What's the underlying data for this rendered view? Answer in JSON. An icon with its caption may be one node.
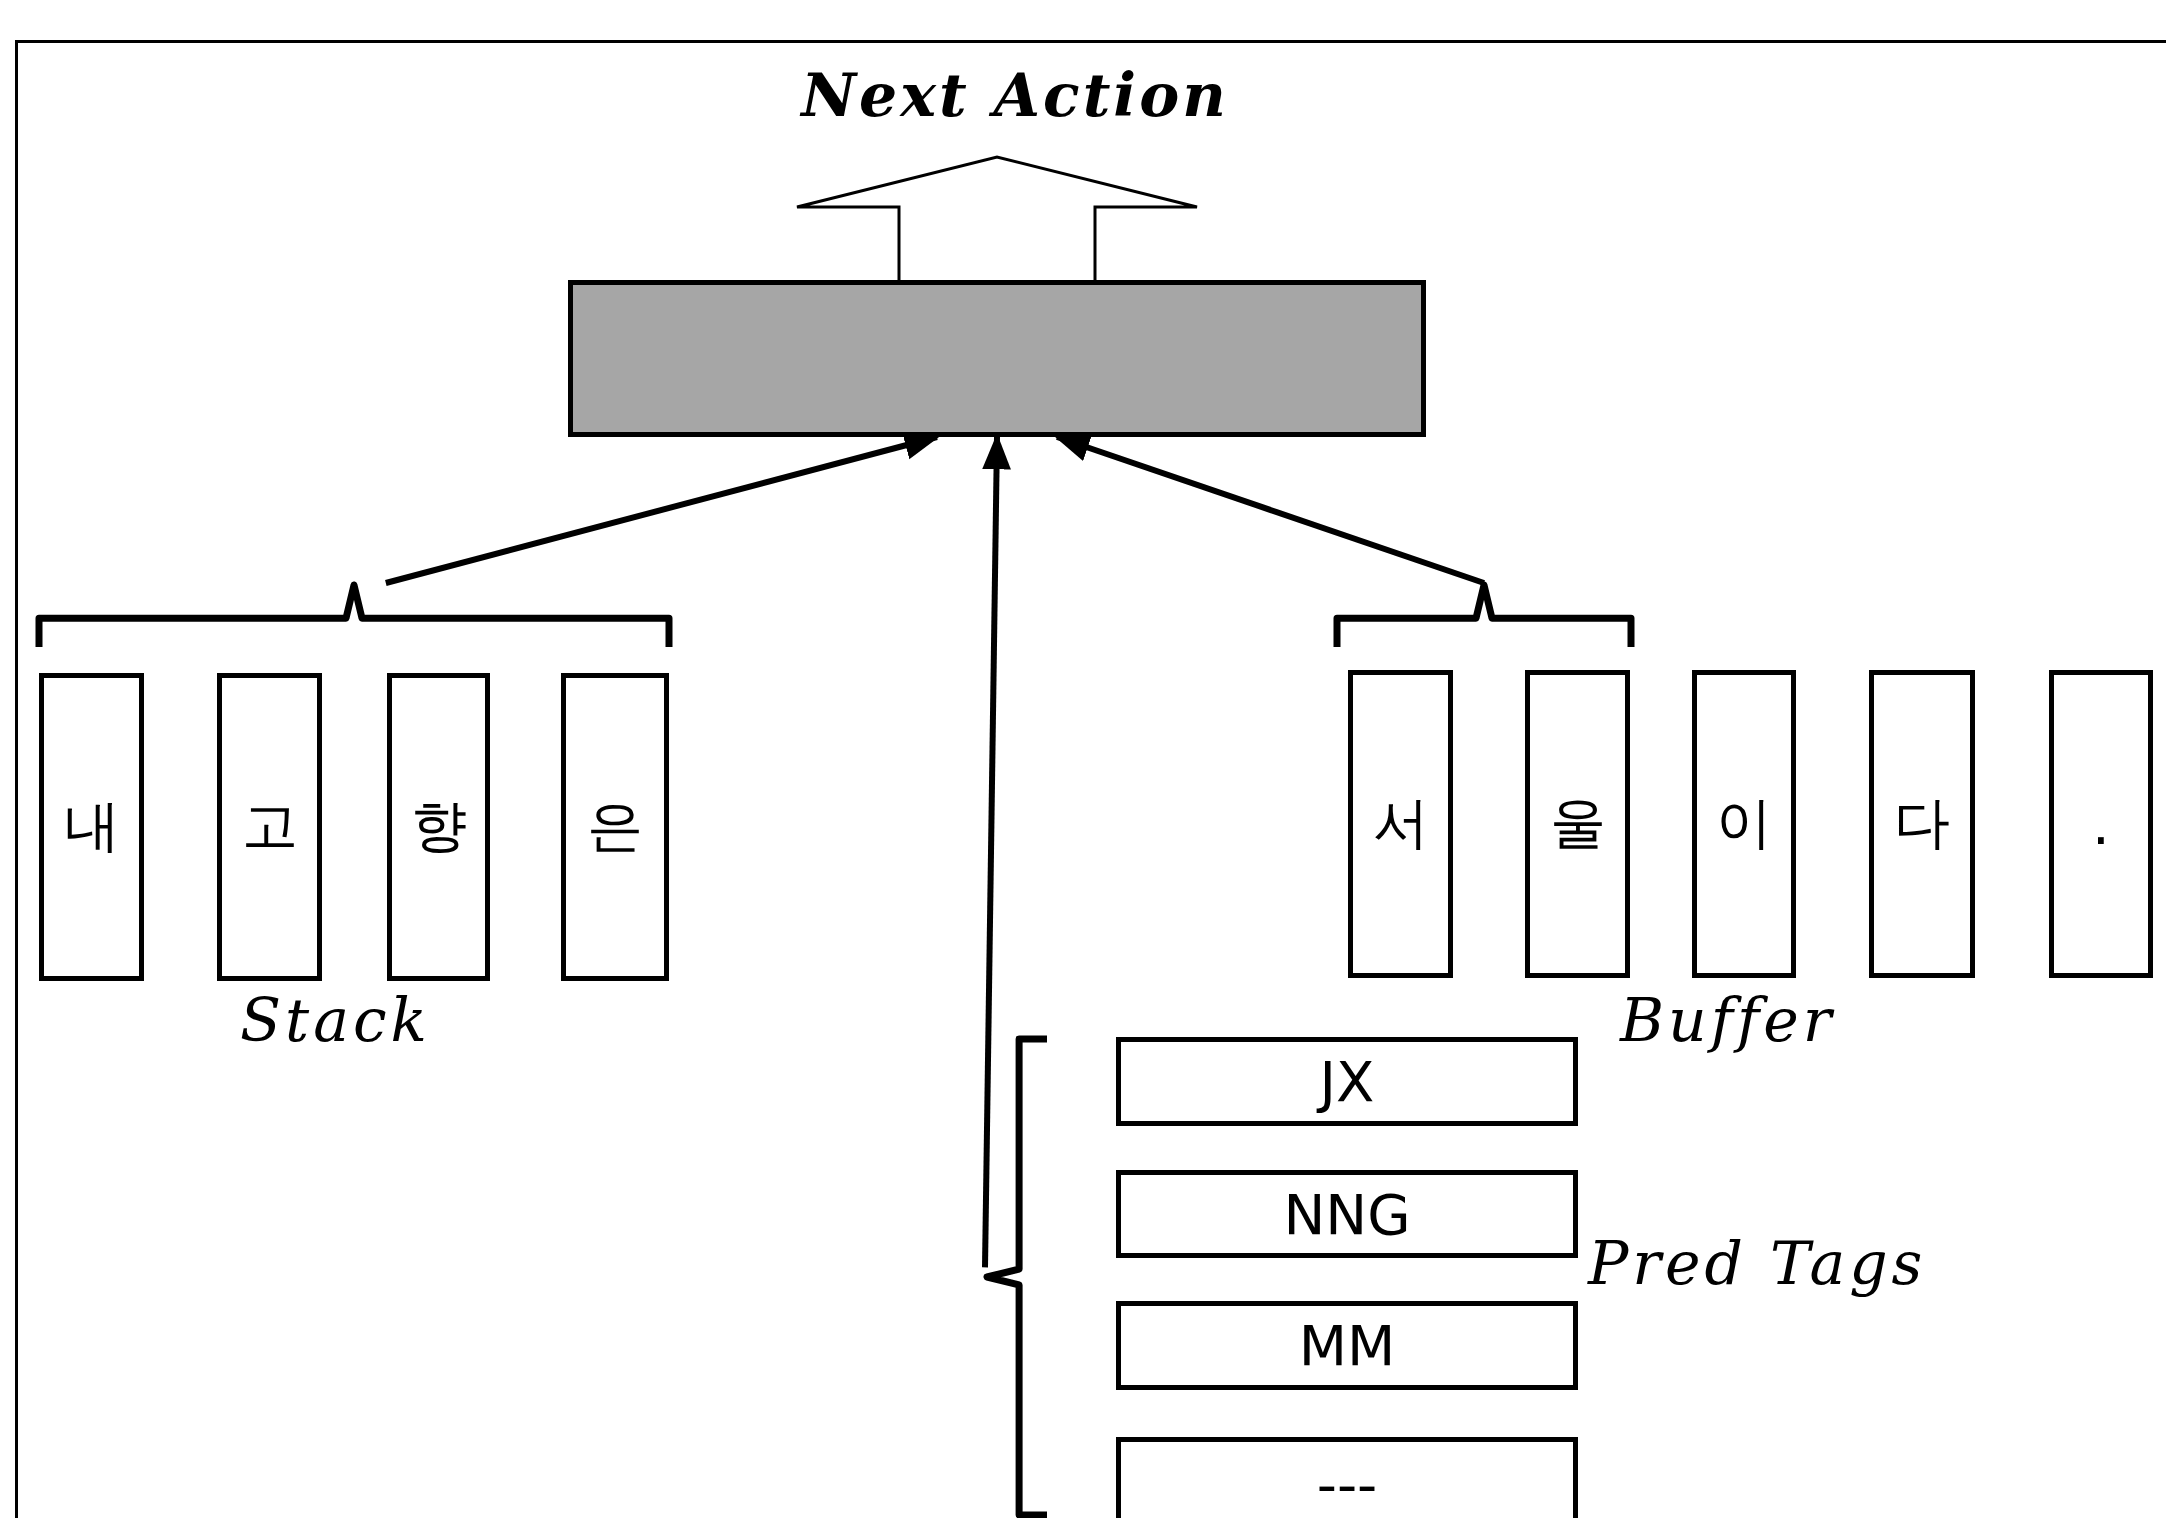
{
  "diagram": {
    "nodes": [
      {
        "text": [
          "Next Action"
        ]
      },
      {
        "text": [],
        "shape": "box"
      },
      {
        "text": [
          "내"
        ]
      },
      {
        "text": [
          "고"
        ]
      },
      {
        "text": [
          "향"
        ]
      },
      {
        "text": [
          "은"
        ]
      },
      {
        "text": [
          "서"
        ]
      },
      {
        "text": [
          "울"
        ]
      },
      {
        "text": [
          "이"
        ]
      },
      {
        "text": [
          "다"
        ]
      },
      {
        "text": [
          "."
        ]
      },
      {
        "text": [
          "JX"
        ]
      },
      {
        "text": [
          "NNG"
        ]
      },
      {
        "text": [
          "MM"
        ]
      },
      {
        "text": [
          "---"
        ]
      },
      {
        "text": [],
        "shape": "brace"
      },
      {
        "text": [],
        "shape": "brace"
      },
      {
        "text": [],
        "shape": "brace"
      }
    ],
    "edges": [
      {
        "from": 1,
        "to": 0,
        "arrow": "to",
        "style": "thick"
      },
      {
        "from": 15,
        "to": 1,
        "arrow": "to"
      },
      {
        "from": 17,
        "to": 1,
        "arrow": "to"
      },
      {
        "from": 16,
        "to": 1,
        "arrow": "to"
      }
    ],
    "labels": [
      "Stack",
      "Buffer",
      "Pred Tags"
    ]
  }
}
